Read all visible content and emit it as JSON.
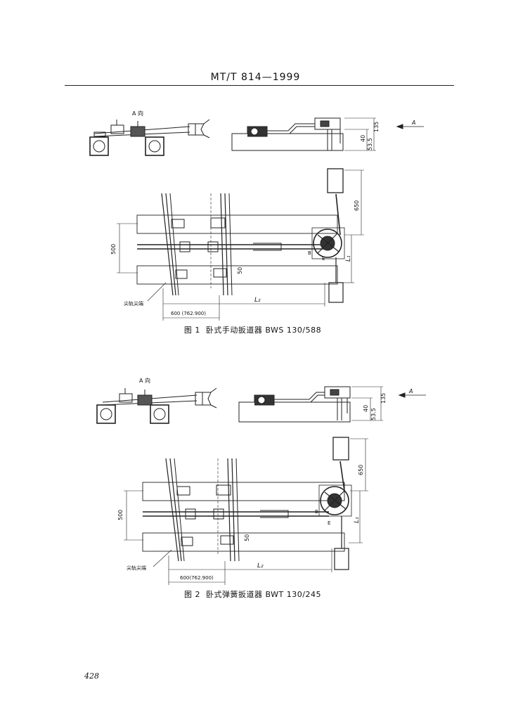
{
  "header": {
    "standard_code": "MT/T 814—1999"
  },
  "figures": [
    {
      "caption_number": "图 1",
      "caption_title": "卧式手动扳道器 BWS 130/588",
      "view_label": "A 向",
      "arrow_label": "A",
      "dim_135": "135",
      "dim_40": "40",
      "dim_53_5": "53.5",
      "dim_650": "650",
      "dim_500": "500",
      "dim_50": "50",
      "dim_L1": "L₁",
      "dim_L2": "L₂",
      "dim_gauge": "600 (762.900)",
      "label_tip": "尖轨尖端",
      "marker_B": "B",
      "marker_E": "E"
    },
    {
      "caption_number": "图 2",
      "caption_title": "卧式弹簧扳道器 BWT 130/245",
      "view_label": "A 向",
      "arrow_label": "A",
      "dim_135": "135",
      "dim_40": "40",
      "dim_53_5": "53.5",
      "dim_650": "650",
      "dim_500": "500",
      "dim_50": "50",
      "dim_L1": "L₁",
      "dim_L2": "L₂",
      "dim_gauge": "600(762.900)",
      "label_tip": "尖轨尖端",
      "marker_B": "B",
      "marker_E": "E"
    }
  ],
  "footer": {
    "page_number": "428"
  }
}
